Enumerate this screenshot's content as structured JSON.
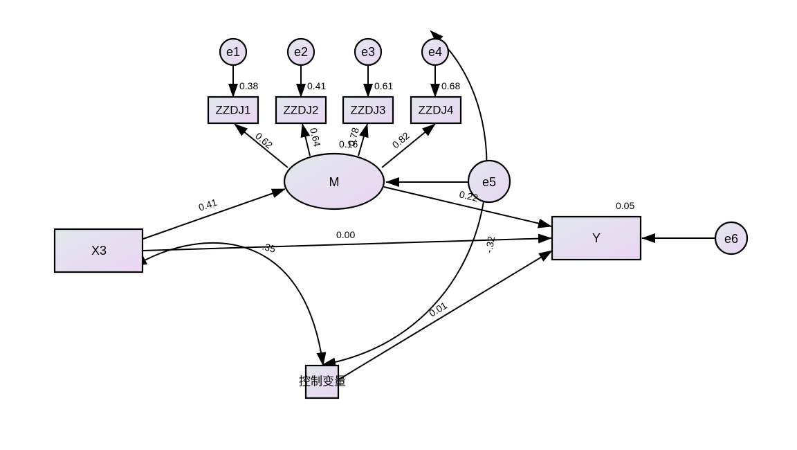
{
  "diagram": {
    "type": "structural-equation-model",
    "nodes": {
      "e1": "e1",
      "e2": "e2",
      "e3": "e3",
      "e4": "e4",
      "e5": "e5",
      "e6": "e6",
      "zzdj1": "ZZDJ1",
      "zzdj2": "ZZDJ2",
      "zzdj3": "ZZDJ3",
      "zzdj4": "ZZDJ4",
      "m": "M",
      "x3": "X3",
      "y": "Y",
      "control": "控制变量"
    },
    "r_squared": {
      "zzdj1": "0.38",
      "zzdj2": "0.41",
      "zzdj3": "0.61",
      "zzdj4": "0.68",
      "m": "0.16",
      "y": "0.05"
    },
    "loadings": {
      "m_zzdj1": "0.62",
      "m_zzdj2": "0.64",
      "m_zzdj3": "0.78",
      "m_zzdj4": "0.82"
    },
    "paths": {
      "x3_m": "0.41",
      "m_y": "0.22",
      "x3_y": "0.00",
      "control_y": "0.01"
    },
    "covariances": {
      "x3_control": ".35",
      "e4_control": "-.32"
    },
    "colors": {
      "fill_start": "#e1e8ec",
      "fill_end": "#ead5f3",
      "stroke": "#000000"
    }
  }
}
